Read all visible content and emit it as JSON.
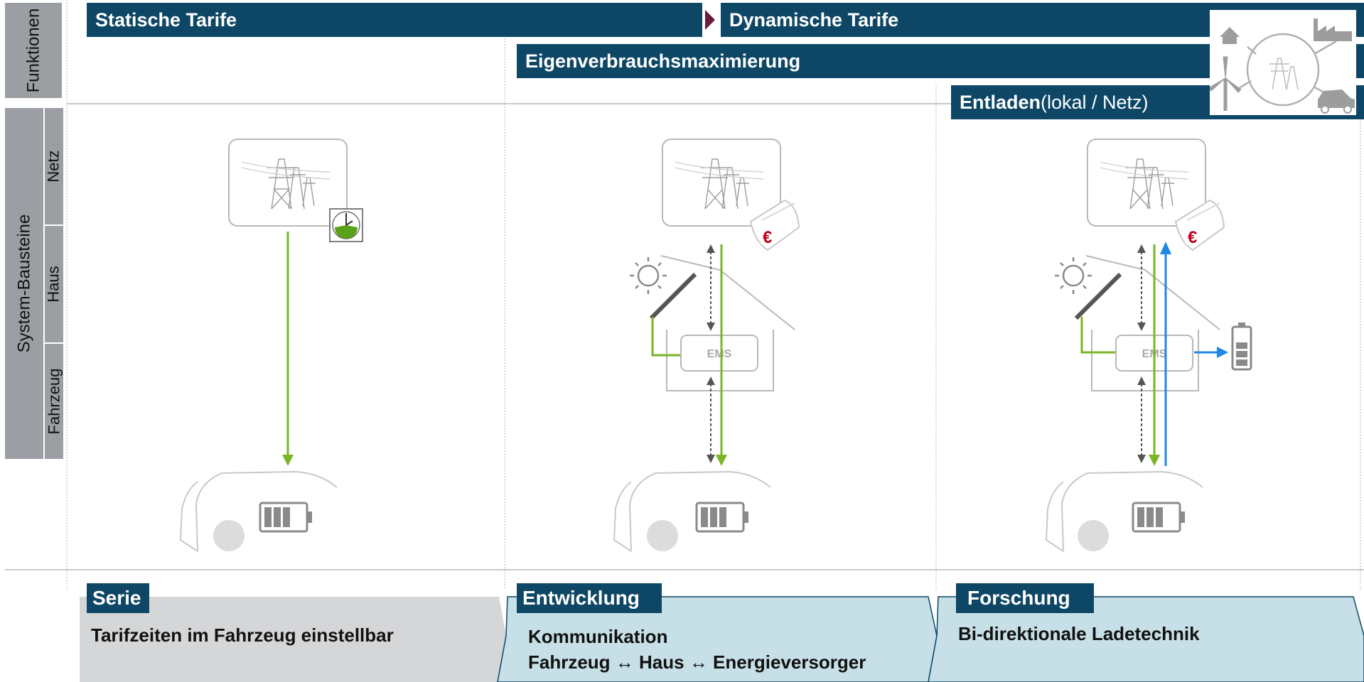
{
  "rows": {
    "funktionen": "Funktionen",
    "system_bausteine": "System-Bausteine",
    "netz": "Netz",
    "haus": "Haus",
    "fahrzeug": "Fahrzeug"
  },
  "bars": {
    "statische_tarife": "Statische Tarife",
    "dynamische_tarife": "Dynamische Tarife",
    "eigenverbrauch": "Eigenverbrauchsmaximierung",
    "entladen_bold": "Entladen",
    "entladen_rest": " (lokal / Netz)"
  },
  "ems_label": "EMS",
  "stages": [
    {
      "tag": "Serie",
      "line1": "Tarifzeiten im Fahrzeug einstellbar",
      "line2": ""
    },
    {
      "tag": "Entwicklung",
      "line1": "Kommunikation",
      "line2": "Fahrzeug ↔ Haus ↔ Energieversorger"
    },
    {
      "tag": "Forschung",
      "line1": "Bi-direktionale Ladetechnik",
      "line2": ""
    }
  ],
  "colors": {
    "dark_blue": "#0e4766",
    "green": "#7ab526",
    "blue": "#1e88e5",
    "gray": "#9b9ea3",
    "euro_red": "#c0001e",
    "stage_serie": "#d5d6d8",
    "stage_light_blue": "#c7dfe7"
  },
  "icons": [
    "power-pylon-icon",
    "clock-icon",
    "euro-banknote-icon",
    "sun-icon",
    "house-icon",
    "car-icon",
    "battery-icon",
    "factory-icon",
    "wind-turbine-icon"
  ]
}
